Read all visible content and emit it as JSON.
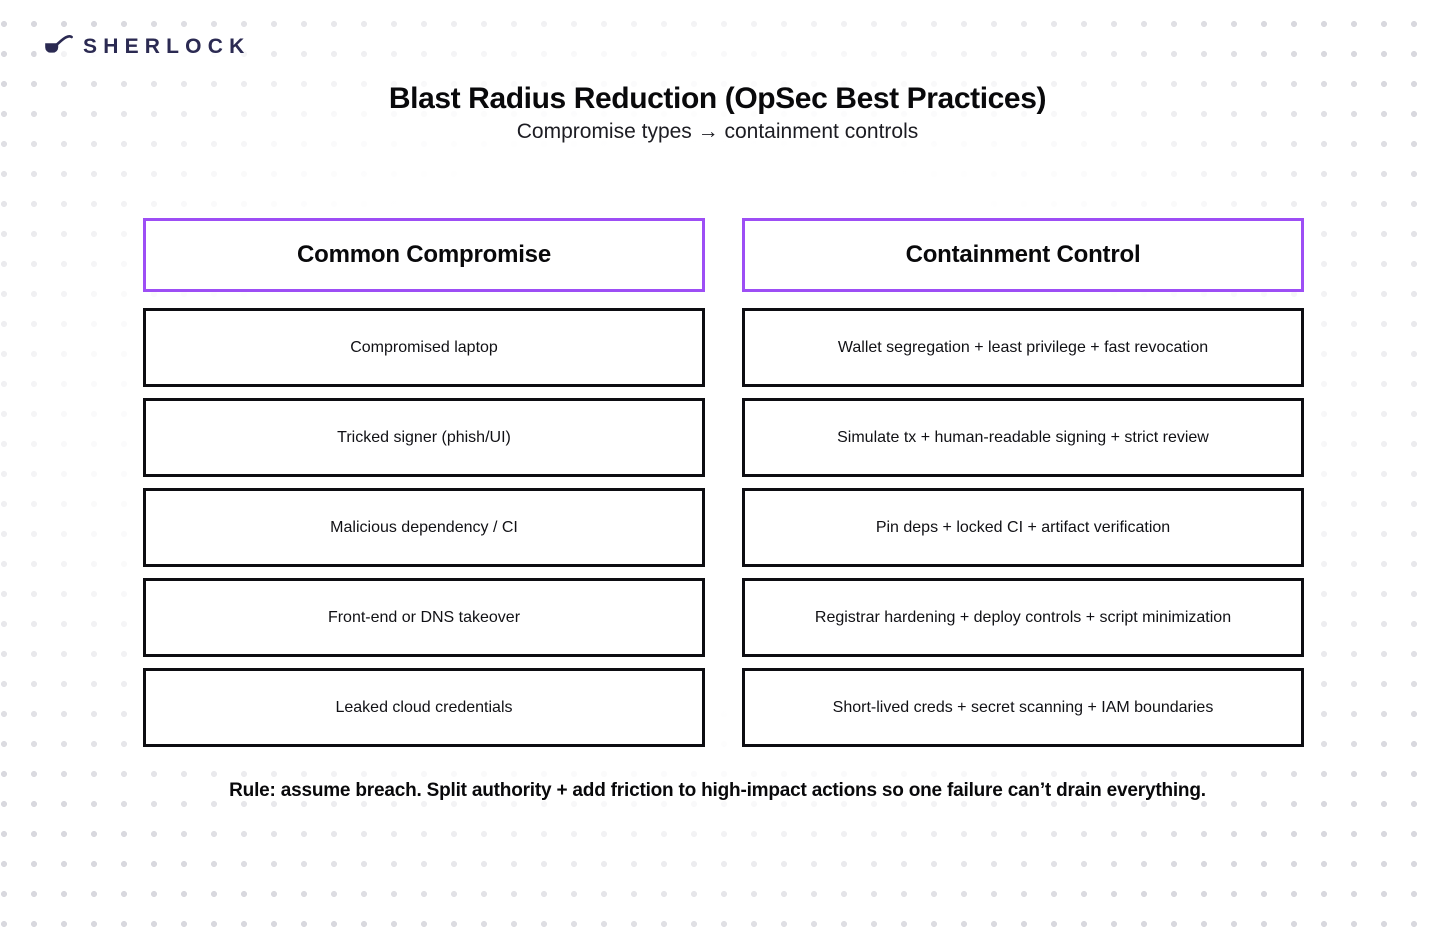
{
  "brand": {
    "name": "SHERLOCK",
    "icon": "pipe-icon",
    "color": "#2b2a52"
  },
  "header": {
    "title": "Blast Radius Reduction (OpSec Best Practices)",
    "subtitle": "Compromise types → containment controls"
  },
  "theme": {
    "accent_purple": "#9d4ef5",
    "border_black": "#0d0d12",
    "dot_gray": "#d6d6dc",
    "background": "#ffffff"
  },
  "table": {
    "columns": [
      {
        "label": "Common Compromise"
      },
      {
        "label": "Containment Control"
      }
    ],
    "rows": [
      {
        "compromise": "Compromised laptop",
        "control": "Wallet segregation + least privilege + fast revocation"
      },
      {
        "compromise": "Tricked signer (phish/UI)",
        "control": "Simulate tx + human-readable signing + strict review"
      },
      {
        "compromise": "Malicious dependency / CI",
        "control": "Pin deps + locked CI + artifact verification"
      },
      {
        "compromise": "Front-end or DNS takeover",
        "control": "Registrar hardening + deploy controls + script minimization"
      },
      {
        "compromise": "Leaked cloud credentials",
        "control": "Short-lived creds + secret scanning + IAM boundaries"
      }
    ]
  },
  "footer": {
    "rule": "Rule: assume breach. Split authority + add friction to high-impact actions so one failure can’t drain everything."
  }
}
